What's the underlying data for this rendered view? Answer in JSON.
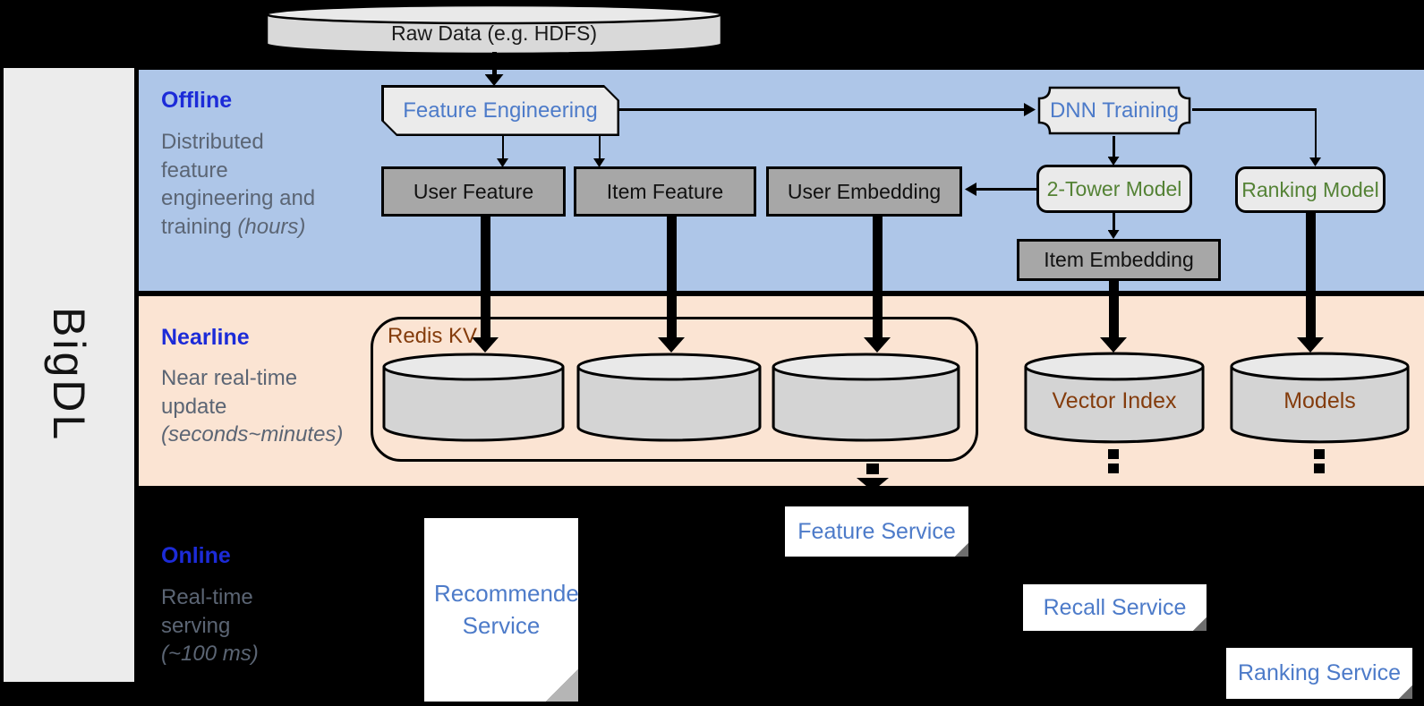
{
  "brand": {
    "label": "BigDL"
  },
  "raw_data": {
    "label": "Raw Data (e.g. HDFS)"
  },
  "sections": {
    "offline": {
      "title": "Offline",
      "desc": "Distributed\nfeature\nengineering and\ntraining ",
      "desc_italic": "(hours)"
    },
    "nearline": {
      "title": "Nearline",
      "desc": "Near real-time\nupdate\n",
      "desc_italic": "(seconds~minutes)"
    },
    "online": {
      "title": "Online",
      "desc": "Real-time\nserving\n",
      "desc_italic": "(~100 ms)"
    }
  },
  "nodes": {
    "feature_engineering": "Feature Engineering",
    "dnn_training": "DNN Training",
    "user_feature": "User Feature",
    "item_feature": "Item Feature",
    "user_embedding": "User Embedding",
    "two_tower_model": "2-Tower Model",
    "ranking_model": "Ranking Model",
    "item_embedding": "Item Embedding",
    "redis_kv": "Redis KV",
    "vector_index": "Vector Index",
    "models": "Models",
    "recommender_service": "Recommender Service",
    "feature_service": "Feature Service",
    "recall_service": "Recall Service",
    "ranking_service": "Ranking Service"
  },
  "colors": {
    "offline_band": "#aec6e8",
    "nearline_band": "#fbe4d3",
    "online_background": "#000000",
    "section_title_blue": "#1c2bd8",
    "section_desc_gray": "#5b6574",
    "node_text_blue": "#4d7bc9",
    "model_text_green": "#548235",
    "storage_text_brown": "#843c0c",
    "gray_box_fill": "#a7a7a7",
    "light_box_fill": "#ebebeb",
    "cylinder_fill": "#d4d4d4",
    "sidebar_fill": "#ececec"
  }
}
